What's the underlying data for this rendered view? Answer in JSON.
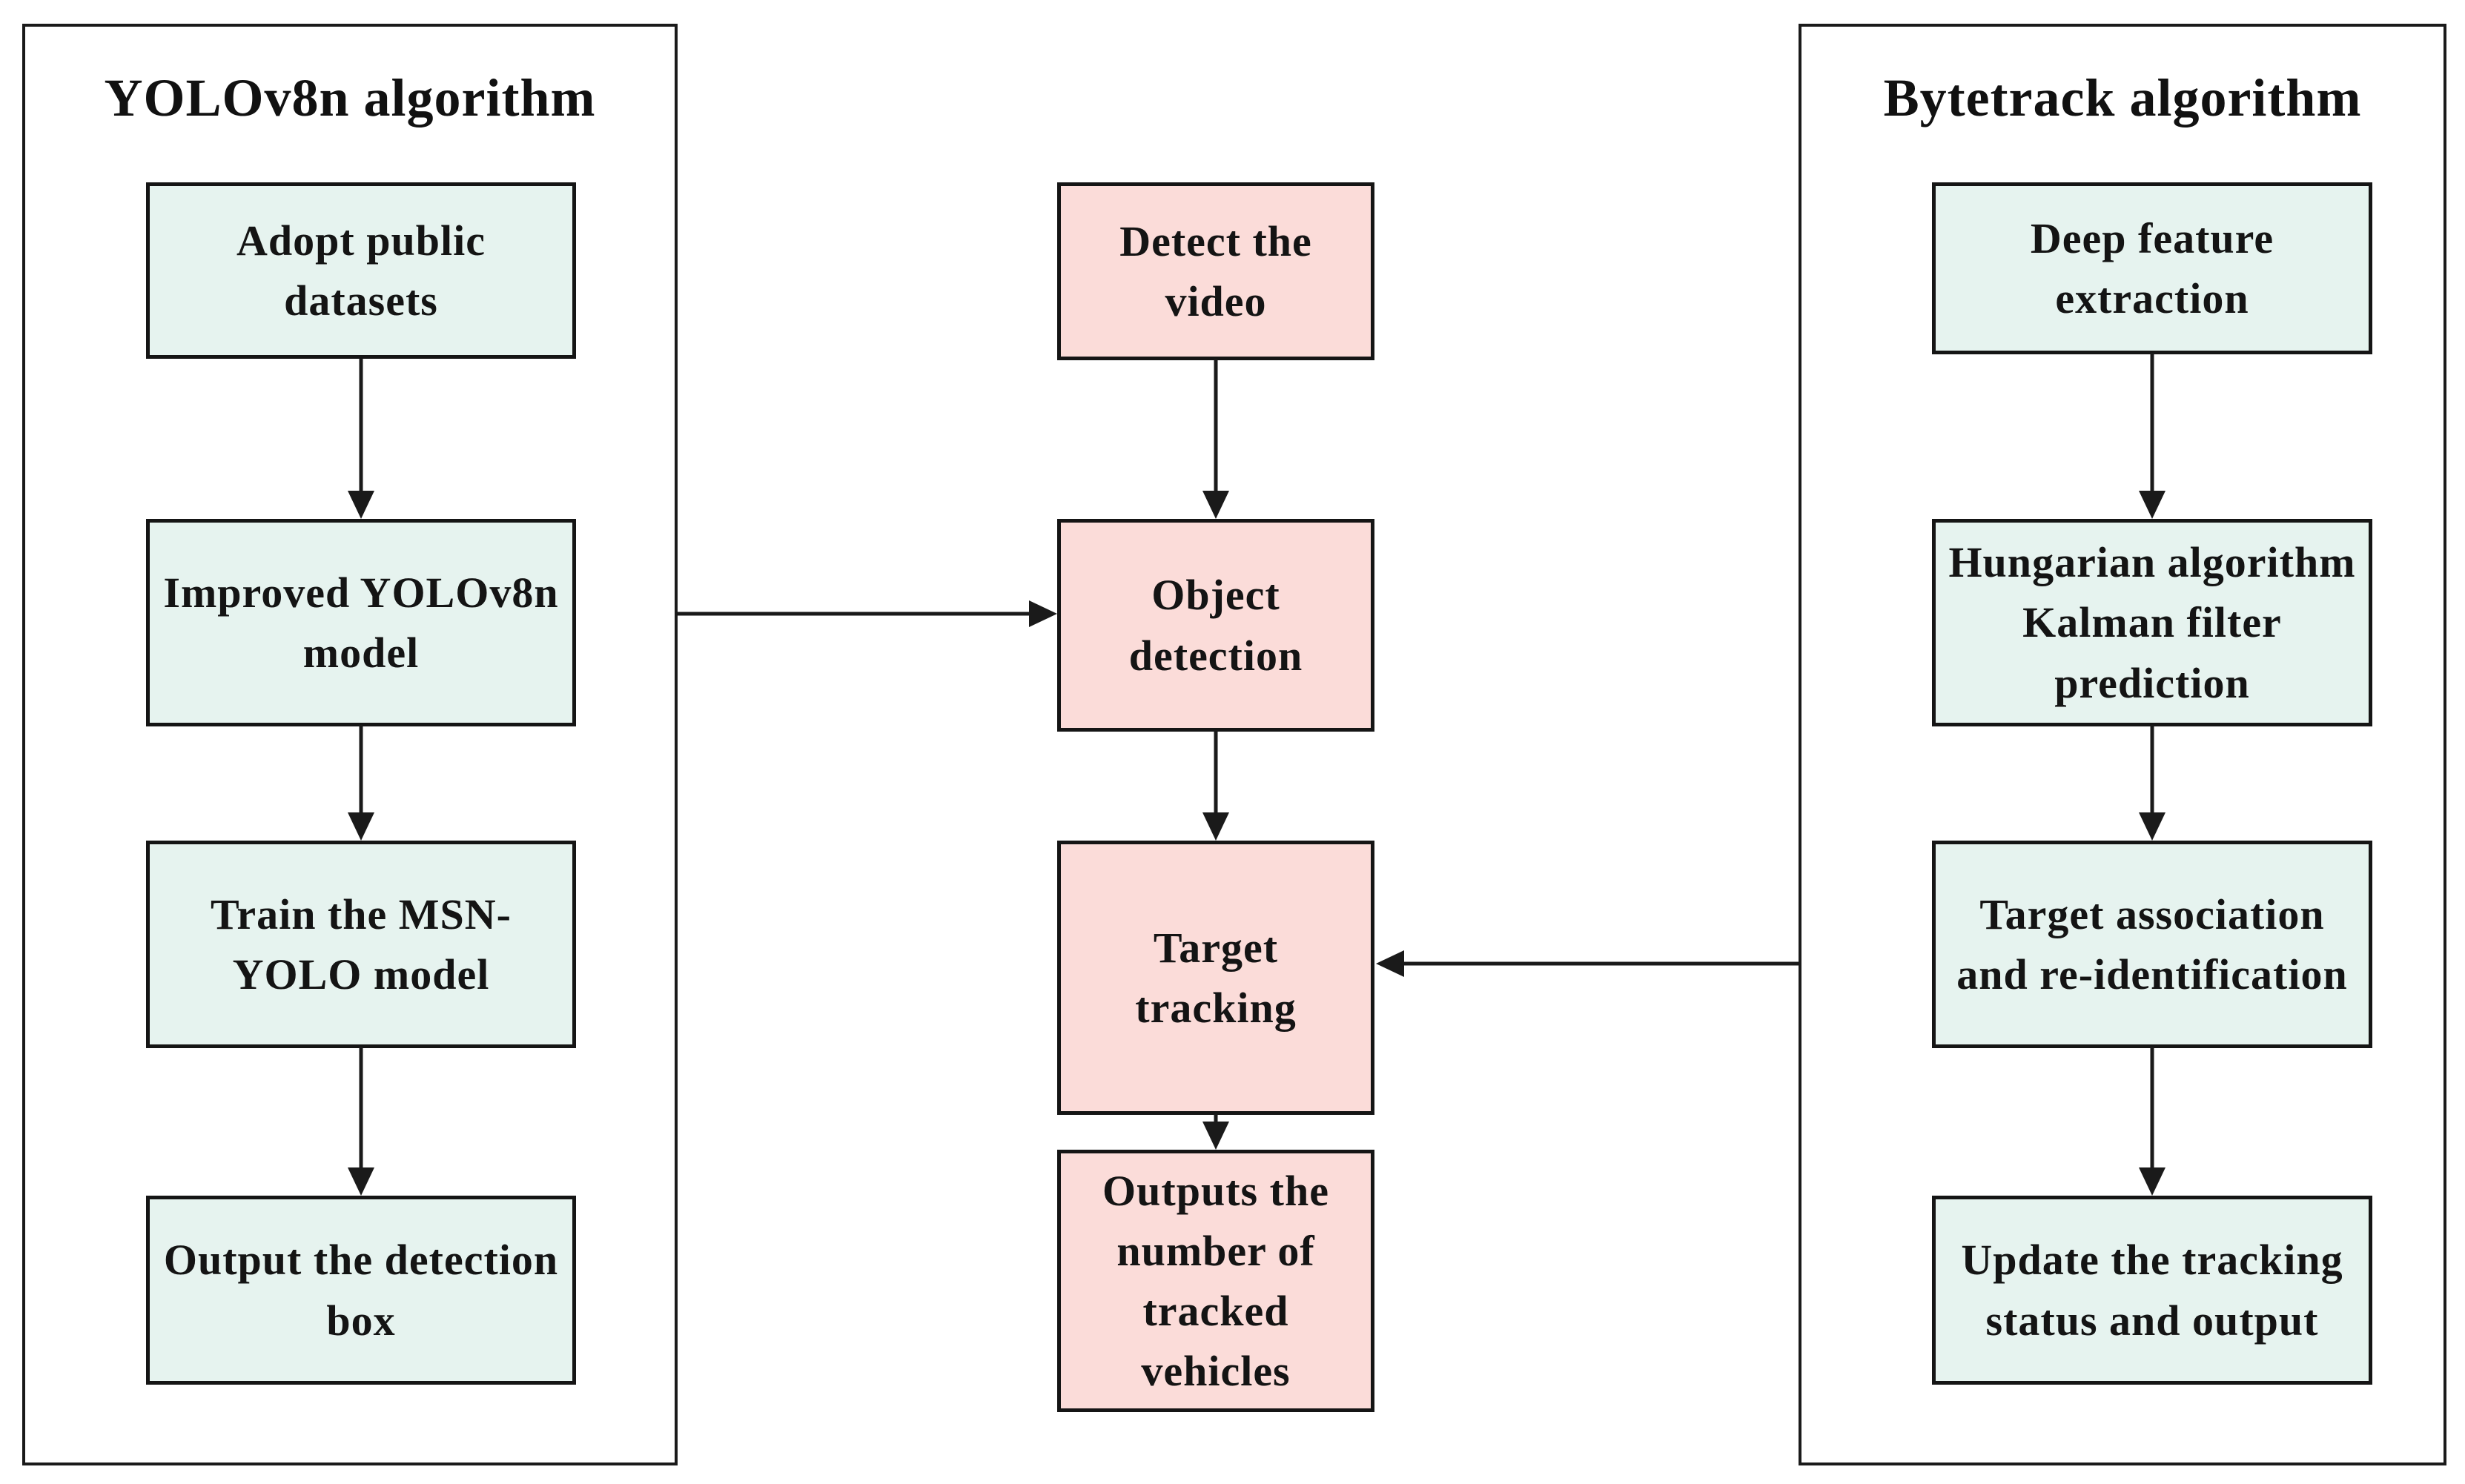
{
  "diagram": {
    "left_panel": {
      "title": "YOLOv8n algorithm",
      "boxes": [
        "Adopt public\ndatasets",
        "Improved YOLOv8n\nmodel",
        "Train the MSN-\nYOLO model",
        "Output the detection\nbox"
      ]
    },
    "center_flow": {
      "boxes": [
        "Detect the\nvideo",
        "Object\ndetection",
        "Target\ntracking",
        "Outputs the\nnumber of\ntracked\nvehicles"
      ]
    },
    "right_panel": {
      "title": "Bytetrack algorithm",
      "boxes": [
        "Deep feature\nextraction",
        "Hungarian algorithm\nKalman filter\nprediction",
        "Target association\nand re-identification",
        "Update the tracking\nstatus and output"
      ]
    },
    "colors": {
      "panel_node_fill": "#e6f3ef",
      "center_node_fill": "#fbdcd9",
      "line_ink": "#1a1a1a",
      "background": "#ffffff"
    }
  }
}
